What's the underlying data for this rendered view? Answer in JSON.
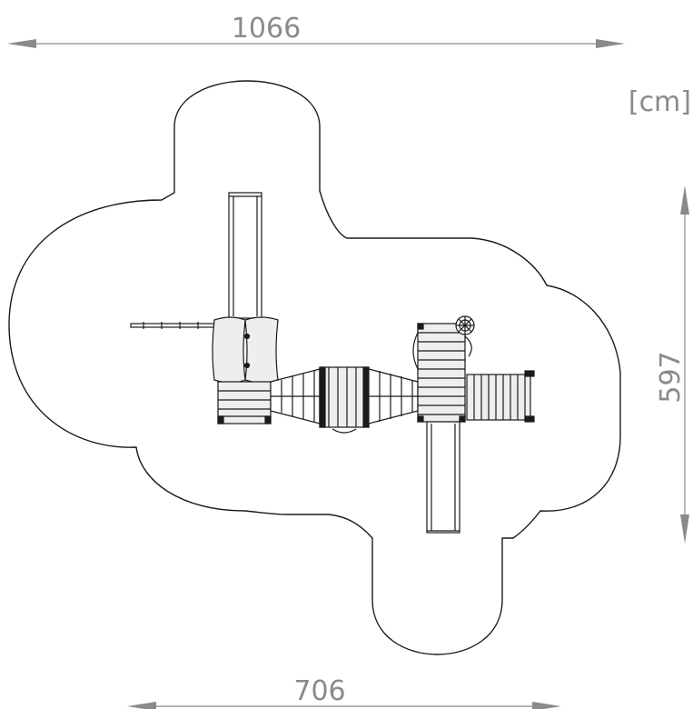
{
  "dimensions": {
    "top_width": "1066",
    "bottom_width": "706",
    "right_height": "597",
    "unit": "[cm]"
  },
  "colors": {
    "dimension": "#8a8a8a",
    "outline": "#1a1a1a",
    "equipment_fill": "#eeeeee"
  }
}
